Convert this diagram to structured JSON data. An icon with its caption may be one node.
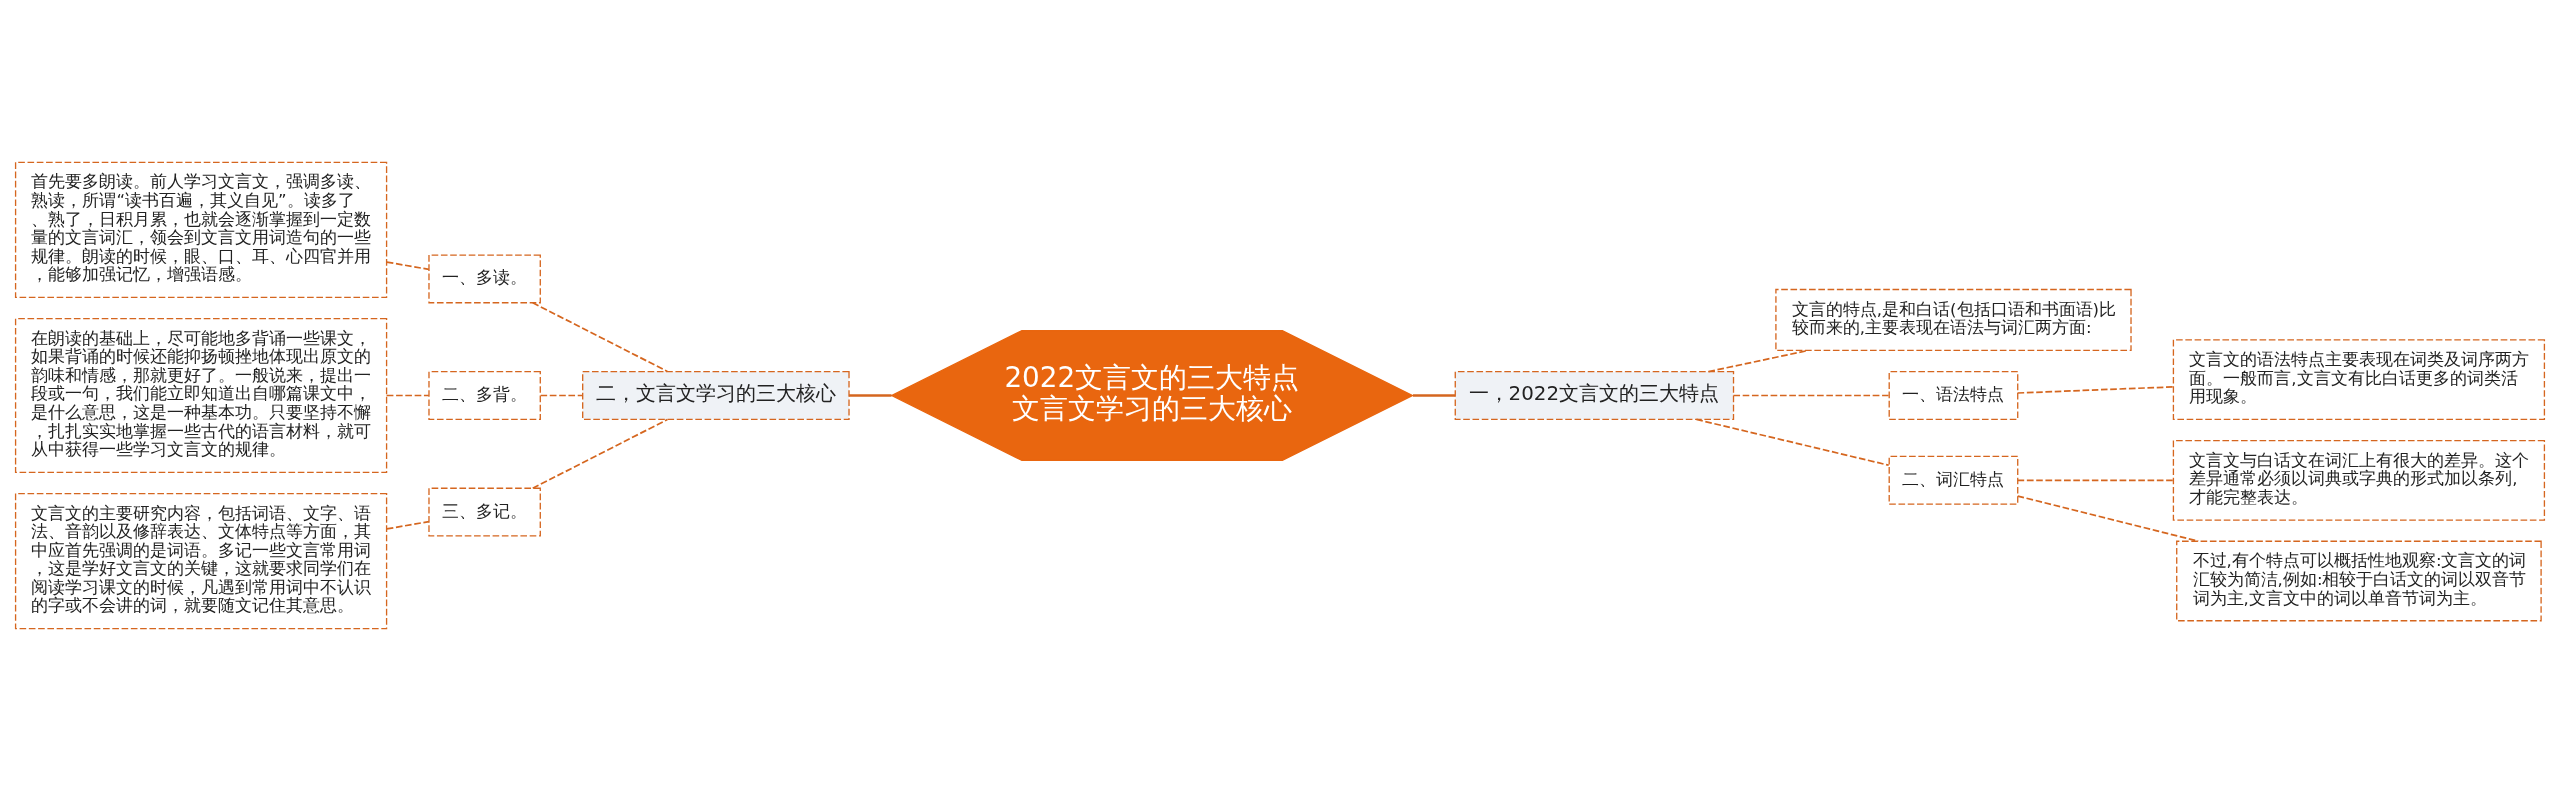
{
  "diagram": {
    "nodes": [
      {
        "text": [
          "2022文言文的三大特点文言文学习的三大核心"
        ]
      },
      {
        "text": [
          "二，文言文学习的三大核心"
        ]
      },
      {
        "text": [
          "一、多读。"
        ]
      },
      {
        "text": [
          "首先要多朗读。前人学习文言文，强调多读、熟读，所谓“读书百遍，其义自见”。读多了、熟了，日积月累，也就会逐渐掌握到一定数量的文言词汇，领会到文言文用词造句的一些规律。朗读的时候，眼、口、耳、心四官并用，能够加强记忆，增强语感。"
        ]
      },
      {
        "text": [
          "二、多背。"
        ]
      },
      {
        "text": [
          "在朗读的基础上，尽可能地多背诵一些课文，如果背诵的时候还能抑扬顿挫地体现出原文的韵味和情感，那就更好了。一般说来，提出一段或一句，我们能立即知道出自哪篇课文中，是什么意思，这是一种基本功。只要坚持不懈，扎扎实实地掌握一些古代的语言材料，就可从中获得一些学习文言文的规律。"
        ]
      },
      {
        "text": [
          "三、多记。"
        ]
      },
      {
        "text": [
          "文言文的主要研究内容，包括词语、文字、语法、音韵以及修辞表达、文体特点等方面，其中应首先强调的是词语。多记一些文言常用词，这是学好文言文的关键，这就要求同学们在阅读学习课文的时候，凡遇到常用词中不认识的字或不会讲的词，就要随文记住其意思。"
        ]
      },
      {
        "text": [
          "一，2022文言文的三大特点"
        ]
      },
      {
        "text": [
          "文言的特点,是和白话(包括口语和书面语)比较而来的,主要表现在语法与词汇两方面:"
        ]
      },
      {
        "text": [
          "一、语法特点"
        ]
      },
      {
        "text": [
          "文言文的语法特点主要表现在词类及词序两方面。一般而言,文言文有比白话更多的词类活用现象。"
        ]
      },
      {
        "text": [
          "二、词汇特点"
        ]
      },
      {
        "text": [
          "文言文与白话文在词汇上有很大的差异。这个差异通常必须以词典或字典的形式加以条列,才能完整表达。"
        ]
      },
      {
        "text": [
          "不过,有个特点可以概括性地观察:文言文的词汇较为简洁,例如:相较于白话文的词以双音节词为主,文言文中的词以单音节词为主。"
        ]
      }
    ],
    "edges": [
      {
        "from": 1,
        "to": 0,
        "arrow": "none"
      },
      {
        "from": 0,
        "to": 8,
        "arrow": "none"
      },
      {
        "from": 2,
        "to": 1,
        "arrow": "none",
        "style": "dashed"
      },
      {
        "from": 4,
        "to": 1,
        "arrow": "none",
        "style": "dashed"
      },
      {
        "from": 6,
        "to": 1,
        "arrow": "none",
        "style": "dashed"
      },
      {
        "from": 3,
        "to": 2,
        "arrow": "none",
        "style": "dashed"
      },
      {
        "from": 5,
        "to": 4,
        "arrow": "none",
        "style": "dashed"
      },
      {
        "from": 7,
        "to": 6,
        "arrow": "none",
        "style": "dashed"
      },
      {
        "from": 8,
        "to": 9,
        "arrow": "none",
        "style": "dashed"
      },
      {
        "from": 8,
        "to": 10,
        "arrow": "none",
        "style": "dashed"
      },
      {
        "from": 8,
        "to": 12,
        "arrow": "none",
        "style": "dashed"
      },
      {
        "from": 10,
        "to": 11,
        "arrow": "none",
        "style": "dashed"
      },
      {
        "from": 12,
        "to": 13,
        "arrow": "none",
        "style": "dashed"
      },
      {
        "from": 12,
        "to": 14,
        "arrow": "none",
        "style": "dashed"
      }
    ]
  }
}
